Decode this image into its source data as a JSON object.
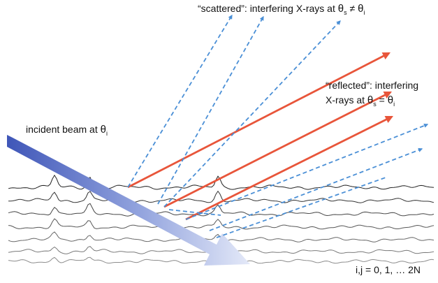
{
  "labels": {
    "scattered": {
      "prefix": "“scattered”: interfering X-rays at ",
      "theta_s": "θ",
      "sub_s": "s",
      "neq": " ≠ ",
      "theta_i": "θ",
      "sub_i": "i"
    },
    "reflected_line1": "“reflected”: interfering",
    "reflected_line2": {
      "prefix": "X-rays at ",
      "theta_s": "θ",
      "sub_s": "s",
      "eq": " = ",
      "theta_i": "θ",
      "sub_i": "i"
    },
    "incident": {
      "prefix": "incident beam at ",
      "theta": "θ",
      "sub": "i"
    },
    "indices": "i,j = 0, 1, … 2N"
  },
  "colors": {
    "reflected_ray": "#e8553a",
    "scattered_ray": "#4a8fd6",
    "incident_beam_start": "#3f56b8",
    "incident_beam_end": "#e4e9f8",
    "layer_trace": "#222222"
  },
  "layer_count": 7
}
